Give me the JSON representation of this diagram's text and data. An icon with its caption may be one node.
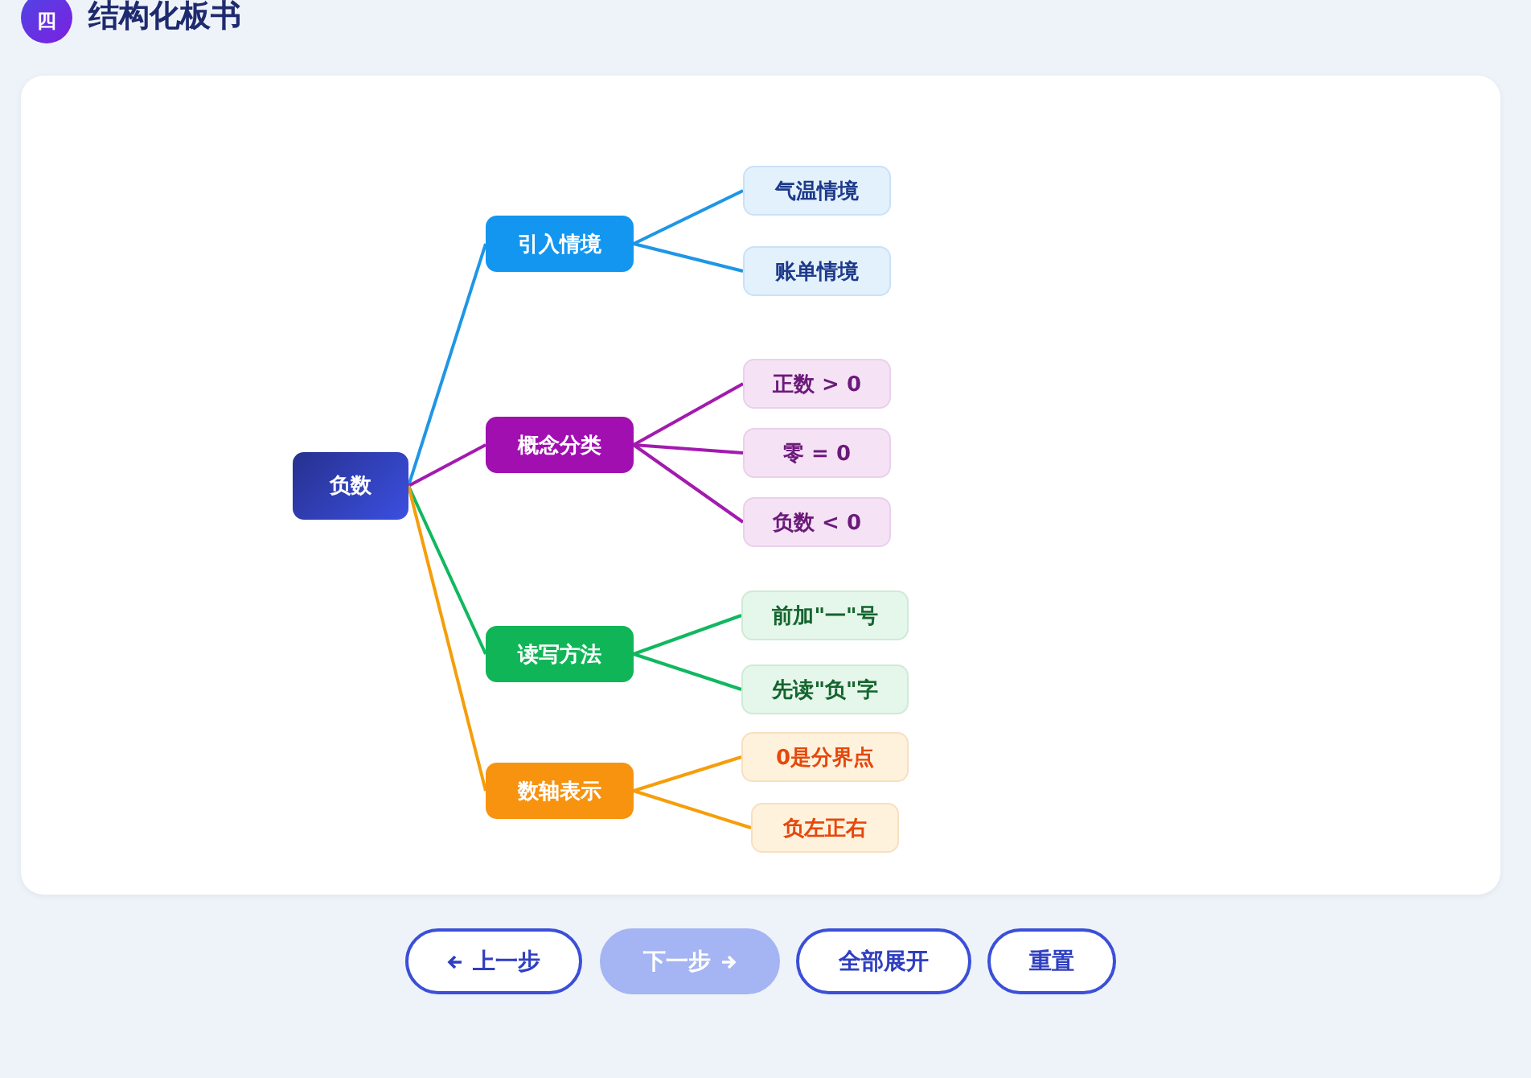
{
  "diagram": {
    "title": "结构化板书",
    "nodes": [
      {
        "text": [
          "负数"
        ]
      },
      {
        "text": [
          "引入情境"
        ]
      },
      {
        "text": [
          "气温情境"
        ]
      },
      {
        "text": [
          "账单情境"
        ]
      },
      {
        "text": [
          "概念分类"
        ]
      },
      {
        "text": [
          "正数 > 0"
        ]
      },
      {
        "text": [
          "零 = 0"
        ]
      },
      {
        "text": [
          "负数 < 0"
        ]
      },
      {
        "text": [
          "读写方法"
        ]
      },
      {
        "text": [
          "前加\"一\"号"
        ]
      },
      {
        "text": [
          "先读\"负\"字"
        ]
      },
      {
        "text": [
          "数轴表示"
        ]
      },
      {
        "text": [
          "0是分界点"
        ]
      },
      {
        "text": [
          "负左正右"
        ]
      }
    ],
    "edges": [
      {
        "from": 0,
        "to": 1,
        "arrow": "none",
        "color": "#1e96e6"
      },
      {
        "from": 1,
        "to": 2,
        "arrow": "none",
        "color": "#1e96e6"
      },
      {
        "from": 1,
        "to": 3,
        "arrow": "none",
        "color": "#1e96e6"
      },
      {
        "from": 0,
        "to": 4,
        "arrow": "none",
        "color": "#a31aaf"
      },
      {
        "from": 4,
        "to": 5,
        "arrow": "none",
        "color": "#a31aaf"
      },
      {
        "from": 4,
        "to": 6,
        "arrow": "none",
        "color": "#a31aaf"
      },
      {
        "from": 4,
        "to": 7,
        "arrow": "none",
        "color": "#a31aaf"
      },
      {
        "from": 0,
        "to": 8,
        "arrow": "none",
        "color": "#10b860"
      },
      {
        "from": 8,
        "to": 9,
        "arrow": "none",
        "color": "#10b860"
      },
      {
        "from": 8,
        "to": 10,
        "arrow": "none",
        "color": "#10b860"
      },
      {
        "from": 0,
        "to": 11,
        "arrow": "none",
        "color": "#f59e0b"
      },
      {
        "from": 11,
        "to": 12,
        "arrow": "none",
        "color": "#f59e0b"
      },
      {
        "from": 11,
        "to": 13,
        "arrow": "none",
        "color": "#f59e0b"
      }
    ],
    "labels": [
      "四",
      "上一步",
      "下一步",
      "全部展开",
      "重置"
    ]
  }
}
